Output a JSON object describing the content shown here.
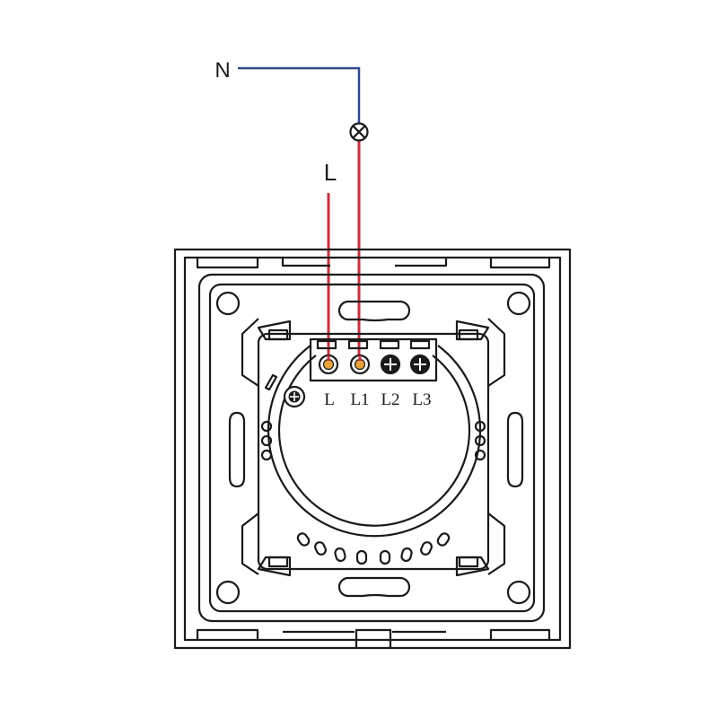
{
  "labels": {
    "neutral": "N",
    "live": "L",
    "terminals": [
      "L",
      "L1",
      "L2",
      "L3"
    ]
  },
  "colors": {
    "neutral_wire": "#2f4a8a",
    "live_wire": "#c8323c",
    "outline": "#1a1a1a",
    "terminal_active": "#e8a23a"
  },
  "icons": {
    "lamp": "lamp-icon",
    "terminal_screw": "screw-icon"
  }
}
